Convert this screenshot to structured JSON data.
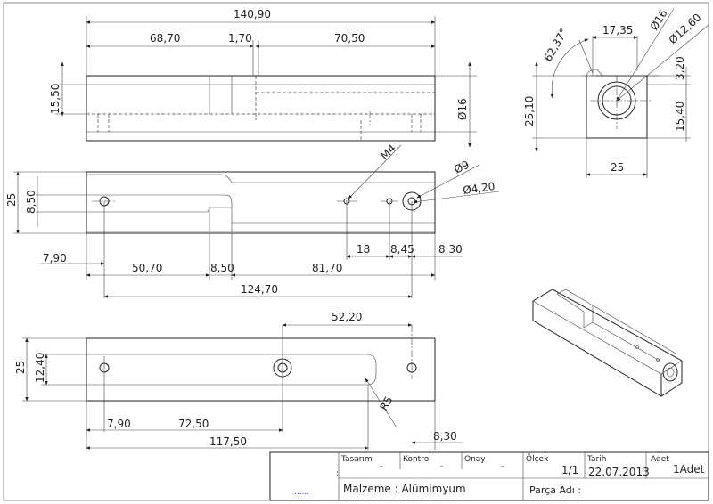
{
  "top_view": {
    "overall": "140,90",
    "left": "68,70",
    "gap": "1,70",
    "right": "70,50",
    "height": "15,50",
    "diameter": "Ø16"
  },
  "front_view": {
    "height": "25",
    "slot": "8,50",
    "d18": "18",
    "d845": "8,45",
    "d830": "8,30",
    "d790": "7,90",
    "d5070": "50,70",
    "d850": "8,50",
    "d8170": "81,70",
    "d12470": "124,70",
    "thread": "M4",
    "hole_large": "Ø9",
    "hole_small": "Ø4,20"
  },
  "bottom_view": {
    "d5220": "52,20",
    "height": "25",
    "d1240": "12,40",
    "d790": "7,90",
    "d7250": "72,50",
    "d11750": "117,50",
    "d830": "8,30",
    "radius": "R5"
  },
  "side_view": {
    "angle": "62,37°",
    "d1735": "17,35",
    "bore_outer": "Ø16",
    "bore_inner": "Ø12,60",
    "d320": "3,20",
    "height": "25,10",
    "d1540": "15,40",
    "width": "25"
  },
  "title_block": {
    "logo_text": ":",
    "logo_dots": "......",
    "designer_label": "Tasarım",
    "designer_value": "-",
    "checker_label": "Kontrol",
    "checker_value": "-",
    "approver_label": "Onay",
    "approver_value": "-",
    "scale_label": "Ölçek",
    "scale_value": "1/1",
    "date_label": "Tarih",
    "date_value": "22.07.2013",
    "qty_label": "Adet",
    "qty_value": "1Adet",
    "material": "Malzeme : Alümimyum",
    "part_name": "Parça Adı :"
  }
}
